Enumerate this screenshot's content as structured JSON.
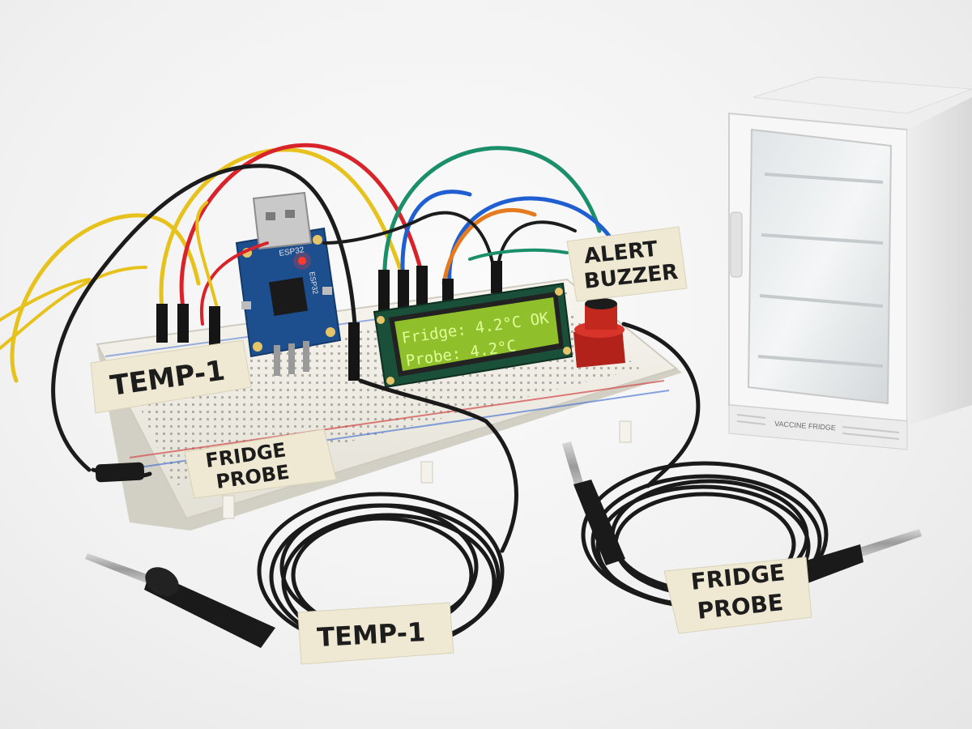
{
  "labels": {
    "temp_tape_board": "TEMP-1",
    "fridge_probe_tape_board": [
      "FRIDGE",
      "PROBE"
    ],
    "alert_tape": [
      "ALERT",
      "BUZZER"
    ],
    "temp_tape_cable": "TEMP-1",
    "fridge_probe_tape_cable": [
      "FRIDGE",
      "PROBE"
    ]
  },
  "board": {
    "module_name": "ESP32",
    "module_side_text": "ESP32"
  },
  "lcd": {
    "line1": "Fridge: 4.2°C OK",
    "line2": "Probe: 4.2°C"
  },
  "fridge": {
    "badge": "VACCINE FRIDGE"
  },
  "colors": {
    "wire_red": "#d8232a",
    "wire_yellow": "#e8c21c",
    "wire_black": "#1c1c1c",
    "wire_green": "#1a8f6a",
    "wire_blue": "#1f5fd1",
    "wire_orange": "#e67a1e",
    "lcd_background": "#8fbf2a",
    "pcb_blue": "#1d4f8f",
    "buzzer_red": "#c2281e"
  }
}
